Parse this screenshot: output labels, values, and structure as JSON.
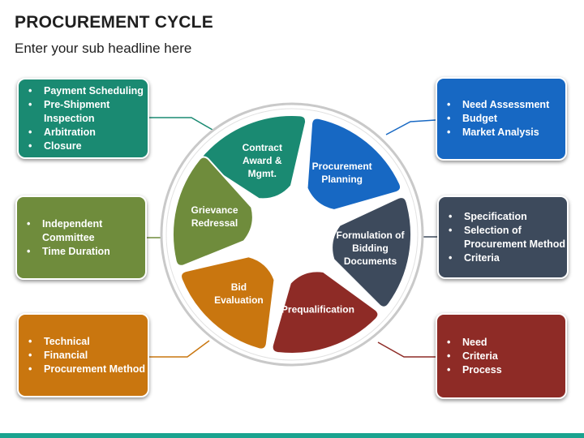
{
  "title": "PROCUREMENT CYCLE",
  "subtitle": "Enter your sub headline here",
  "colors": {
    "teal": "#1a8a72",
    "blue": "#1768c3",
    "slate": "#3d4a5c",
    "red": "#8e2b26",
    "orange": "#c9760f",
    "olive": "#6f8c3c",
    "accent_bar": "#1aa38f"
  },
  "segments": [
    {
      "lines": [
        "Contract",
        "Award &",
        "Mgmt."
      ],
      "color": "teal"
    },
    {
      "lines": [
        "Procurement",
        "Planning"
      ],
      "color": "blue"
    },
    {
      "lines": [
        "Formulation of",
        "Bidding",
        "Documents"
      ],
      "color": "slate"
    },
    {
      "lines": [
        "Prequalification"
      ],
      "color": "red"
    },
    {
      "lines": [
        "Bid",
        "Evaluation"
      ],
      "color": "orange"
    },
    {
      "lines": [
        "Grievance",
        "Redressal"
      ],
      "color": "olive"
    }
  ],
  "boxes": {
    "contract": [
      "Payment Scheduling",
      "Pre-Shipment Inspection",
      "Arbitration",
      "Closure"
    ],
    "planning": [
      "Need Assessment",
      "Budget",
      "Market Analysis"
    ],
    "formulation": [
      "Specification",
      "Selection of Procurement Method",
      "Criteria"
    ],
    "prequalification": [
      "Need",
      "Criteria",
      "Process"
    ],
    "evaluation": [
      "Technical",
      "Financial",
      "Procurement Method"
    ],
    "grievance": [
      "Independent Committee",
      "Time Duration"
    ]
  }
}
